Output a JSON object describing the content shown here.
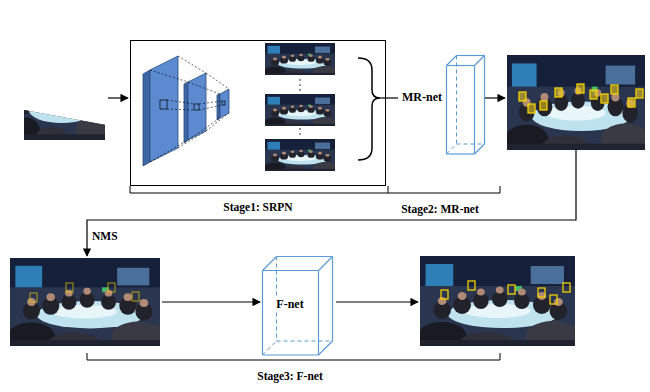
{
  "diagram": {
    "nodes": [
      {
        "text": [
          "Stage1: SRPN"
        ]
      },
      {
        "text": [
          "MR-net"
        ]
      },
      {
        "text": [
          "F-net"
        ]
      }
    ],
    "edges": [
      {
        "from": 0,
        "to": 1,
        "arrow": "none"
      }
    ],
    "labels": [
      "Stage2: MR-net",
      "NMS",
      "Stage3: F-net"
    ]
  }
}
